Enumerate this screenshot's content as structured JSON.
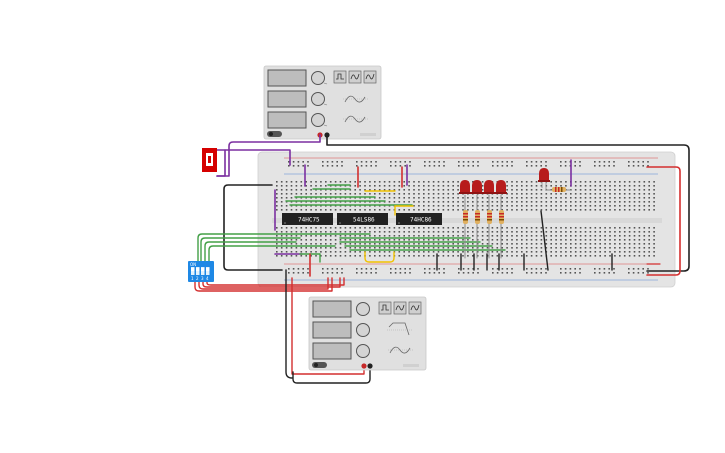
{
  "canvas": {
    "background": "#ffffff"
  },
  "function_generator_top": {
    "name": "function-generator",
    "waveforms": [
      "square",
      "triangle",
      "sine"
    ],
    "knobs": 3,
    "displays": 3
  },
  "function_generator_bottom": {
    "name": "function-generator",
    "waveforms": [
      "square",
      "triangle",
      "sine"
    ],
    "knobs": 3,
    "displays": 3
  },
  "breadboard": {
    "color": "#e6e6e6",
    "rail_red": "#d62020",
    "rail_blue": "#2f6fd0"
  },
  "chips": [
    {
      "label": "74HC75"
    },
    {
      "label": "54LS86"
    },
    {
      "label": "74HC86"
    }
  ],
  "dip_switch": {
    "label": "ON",
    "positions": [
      "1",
      "2",
      "3",
      "4"
    ],
    "color": "#1e88e5"
  },
  "leds": {
    "count": 5,
    "color": "#b71c1c"
  },
  "wire_colors": {
    "red": "#d32f2f",
    "black": "#222222",
    "green": "#43a047",
    "purple": "#7b2fa0",
    "yellow": "#f2c200",
    "gray": "#8a8a8a"
  },
  "power_supply": {
    "color": "#d50000"
  }
}
